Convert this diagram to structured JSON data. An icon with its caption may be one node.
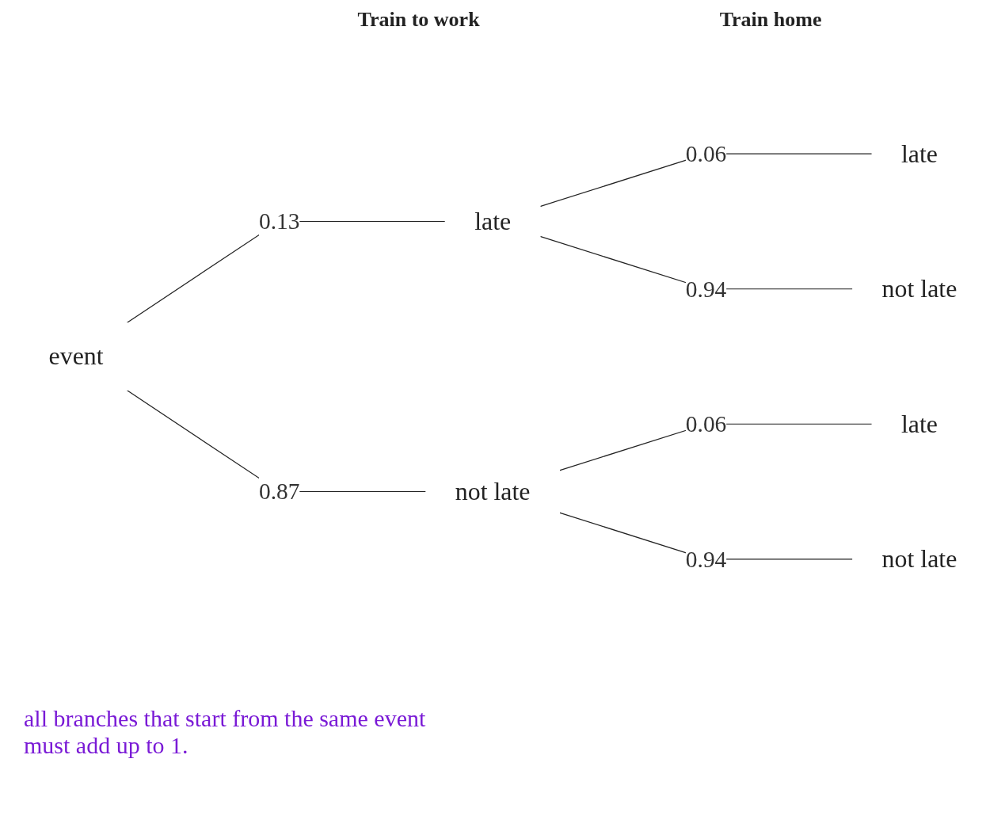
{
  "diagram": {
    "nodes": [
      {
        "text": [
          "event"
        ]
      },
      {
        "text": [
          "late"
        ]
      },
      {
        "text": [
          "not late"
        ]
      },
      {
        "text": [
          "late"
        ]
      },
      {
        "text": [
          "not late"
        ]
      },
      {
        "text": [
          "late"
        ]
      },
      {
        "text": [
          "not late"
        ]
      }
    ],
    "edges": [
      {
        "from": 0,
        "to": 1,
        "arrow": "none",
        "label": "0.13"
      },
      {
        "from": 0,
        "to": 2,
        "arrow": "none",
        "label": "0.87"
      },
      {
        "from": 1,
        "to": 3,
        "arrow": "none",
        "label": "0.06"
      },
      {
        "from": 1,
        "to": 4,
        "arrow": "none",
        "label": "0.94"
      },
      {
        "from": 2,
        "to": 5,
        "arrow": "none",
        "label": "0.06"
      },
      {
        "from": 2,
        "to": 6,
        "arrow": "none",
        "label": "0.94"
      }
    ],
    "labels": [
      "Train to work",
      "Train home",
      "all branches that start from the same event must add up to 1."
    ]
  }
}
